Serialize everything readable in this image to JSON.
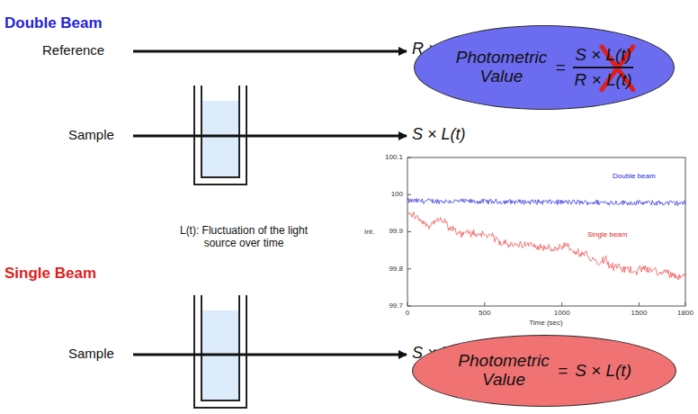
{
  "diagram": {
    "nodes": [
      {
        "text": [
          "Photometric Value",
          "=",
          "S × L(t)",
          "R × L(t)"
        ]
      },
      {
        "text": [
          "Photometric Value",
          "=",
          "S × L(t)"
        ]
      }
    ],
    "labels": [
      "Double Beam",
      "Reference",
      "R × L(t)",
      "Sample",
      "S × L(t)",
      "L(t): Fluctuation of the light source over time",
      "Single Beam",
      "Sample",
      "S × L(t)",
      "100.1",
      "100",
      "99.9",
      "99.8",
      "99.7",
      "0",
      "500",
      "1000",
      "1500",
      "1800",
      "Int.",
      "Time (sec)",
      "Double beam",
      "Single beam"
    ]
  }
}
